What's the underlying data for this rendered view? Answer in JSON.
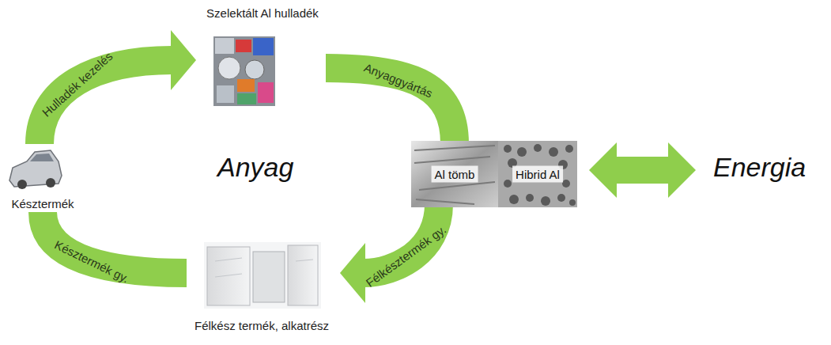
{
  "diagram": {
    "nodes": [
      {
        "text": [
          "Szelektált Al hulladék"
        ]
      },
      {
        "text": [
          "Késztermék"
        ]
      },
      {
        "text": [
          "Al tömb"
        ]
      },
      {
        "text": [
          "Hibrid Al"
        ]
      },
      {
        "text": [
          "Félkész termék, alkatrész"
        ]
      }
    ],
    "edges": [
      {
        "from": 1,
        "to": 0,
        "arrow": "to",
        "label": "Hulladék kezelés"
      },
      {
        "from": 0,
        "to": 2,
        "arrow": "none",
        "label": "Anyaggyártás"
      },
      {
        "from": 2,
        "to": 4,
        "arrow": "to",
        "label": "Félkésztermék gy."
      },
      {
        "from": 4,
        "to": 1,
        "arrow": "none",
        "label": "Késztermék gy."
      }
    ],
    "labels": [
      "Anyag",
      "Energia"
    ]
  }
}
